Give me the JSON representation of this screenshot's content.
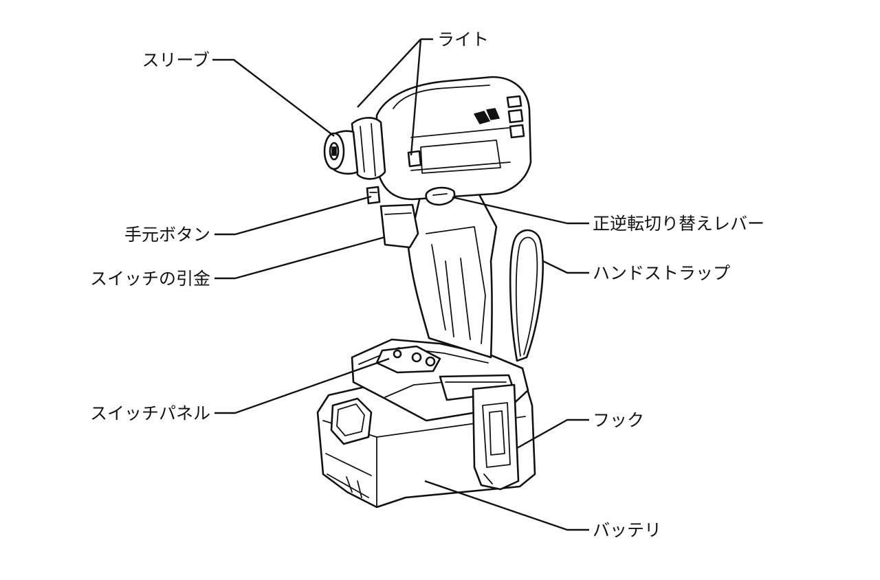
{
  "labels": {
    "sleeve": "スリーブ",
    "light": "ライト",
    "hand_button": "手元ボタン",
    "trigger": "スイッチの引金",
    "reverse_lever": "正逆転切り替えレバー",
    "hand_strap": "ハンドストラップ",
    "switch_panel": "スイッチパネル",
    "hook": "フック",
    "battery": "バッテリ"
  }
}
